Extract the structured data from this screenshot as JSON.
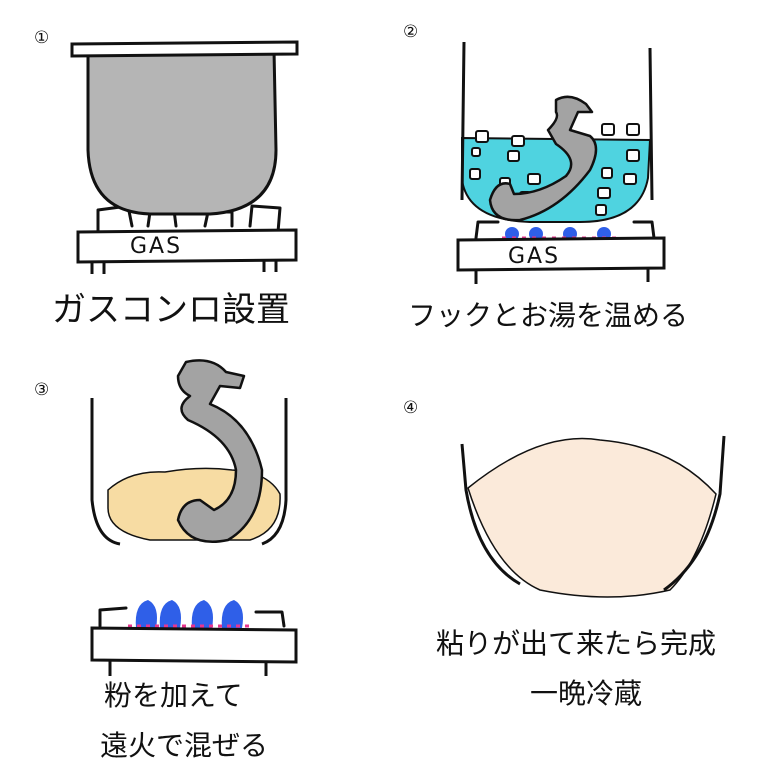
{
  "steps": [
    {
      "number": "①",
      "caption": "ガスコンロ設置",
      "stove_label": "GAS"
    },
    {
      "number": "②",
      "caption": "フックとお湯を温める",
      "stove_label": "GAS"
    },
    {
      "number": "③",
      "caption_line1": "粉を加えて",
      "caption_line2": "遠火で混ぜる"
    },
    {
      "number": "④",
      "caption_line1": "粘りが出て来たら完成",
      "caption_line2": "一晩冷蔵"
    }
  ],
  "colors": {
    "pot": "#b5b5b5",
    "water": "#4fd3e0",
    "hook": "#a3a3a3",
    "dough": "#f7dca3",
    "finished_dough": "#fbeada",
    "flame": "#2f5fe8",
    "flame_tip": "#e8368f"
  }
}
